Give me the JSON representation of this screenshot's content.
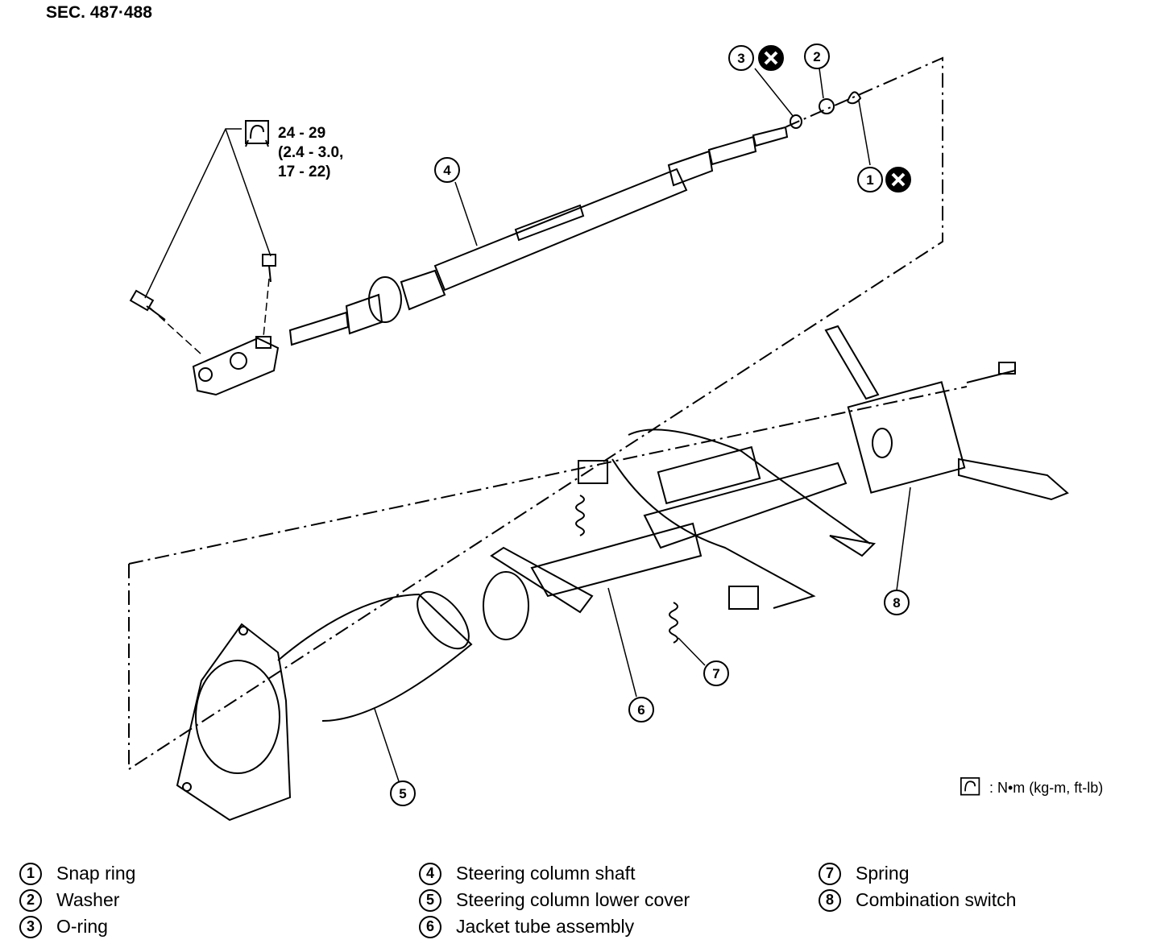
{
  "header": {
    "section": "SEC. 487·488"
  },
  "torque": {
    "line1": "24 - 29",
    "line2": "(2.4 - 3.0,",
    "line3": "17 - 22)"
  },
  "unit_note": ": N•m (kg-m, ft-lb)",
  "callouts": [
    "1",
    "2",
    "3",
    "4",
    "5",
    "6",
    "7",
    "8"
  ],
  "legend": [
    {
      "num": "1",
      "label": "Snap ring"
    },
    {
      "num": "2",
      "label": "Washer"
    },
    {
      "num": "3",
      "label": "O-ring"
    },
    {
      "num": "4",
      "label": "Steering column shaft"
    },
    {
      "num": "5",
      "label": "Steering column lower cover"
    },
    {
      "num": "6",
      "label": "Jacket tube assembly"
    },
    {
      "num": "7",
      "label": "Spring"
    },
    {
      "num": "8",
      "label": "Combination switch"
    }
  ]
}
